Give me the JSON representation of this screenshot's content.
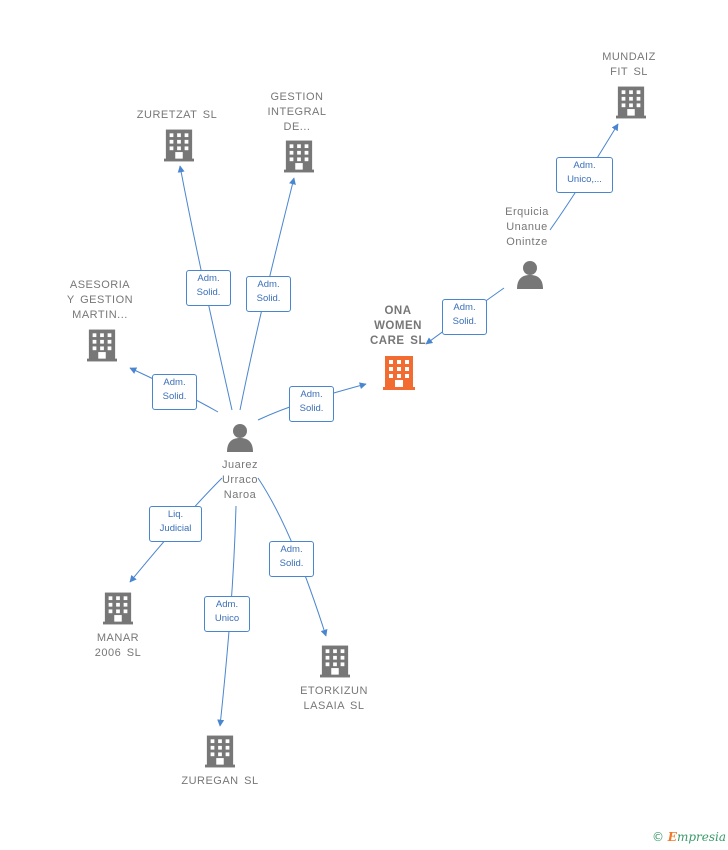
{
  "colors": {
    "edge": "#4a86d0",
    "building": "#777777",
    "building_highlight": "#f26b30",
    "person": "#777777"
  },
  "nodes": {
    "ona": {
      "label": "ONA\nWOMEN\nCARE  SL",
      "icon": "building-icon-highlight"
    },
    "juarez": {
      "label": "Juarez\nUrraco\nNaroa",
      "icon": "person-icon"
    },
    "erquicia": {
      "label": "Erquicia\nUnanue\nOnintze",
      "icon": "person-icon"
    },
    "zuretzat": {
      "label": "ZURETZAT  SL",
      "icon": "building-icon"
    },
    "gestion": {
      "label": "GESTION\nINTEGRAL\nDE...",
      "icon": "building-icon"
    },
    "asesoria": {
      "label": "ASESORIA\nY GESTION\nMARTIN...",
      "icon": "building-icon"
    },
    "mundaiz": {
      "label": "MUNDAIZ\nFIT  SL",
      "icon": "building-icon"
    },
    "manar": {
      "label": "MANAR\n2006  SL",
      "icon": "building-icon"
    },
    "zuregan": {
      "label": "ZUREGAN  SL",
      "icon": "building-icon"
    },
    "etorkizun": {
      "label": "ETORKIZUN\nLASAIA  SL",
      "icon": "building-icon"
    }
  },
  "edges": {
    "juarez_zuretzat": "Adm.\nSolid.",
    "juarez_gestion": "Adm.\nSolid.",
    "juarez_asesoria": "Adm.\nSolid.",
    "juarez_ona": "Adm.\nSolid.",
    "erquicia_ona": "Adm.\nSolid.",
    "erquicia_mundaiz": "Adm.\nUnico,...",
    "juarez_manar": "Liq.\nJudicial",
    "juarez_zuregan": "Adm.\nUnico",
    "juarez_etorkizun": "Adm.\nSolid."
  },
  "brand": {
    "copyright": "©",
    "e": "E",
    "rest": "mpresia"
  }
}
